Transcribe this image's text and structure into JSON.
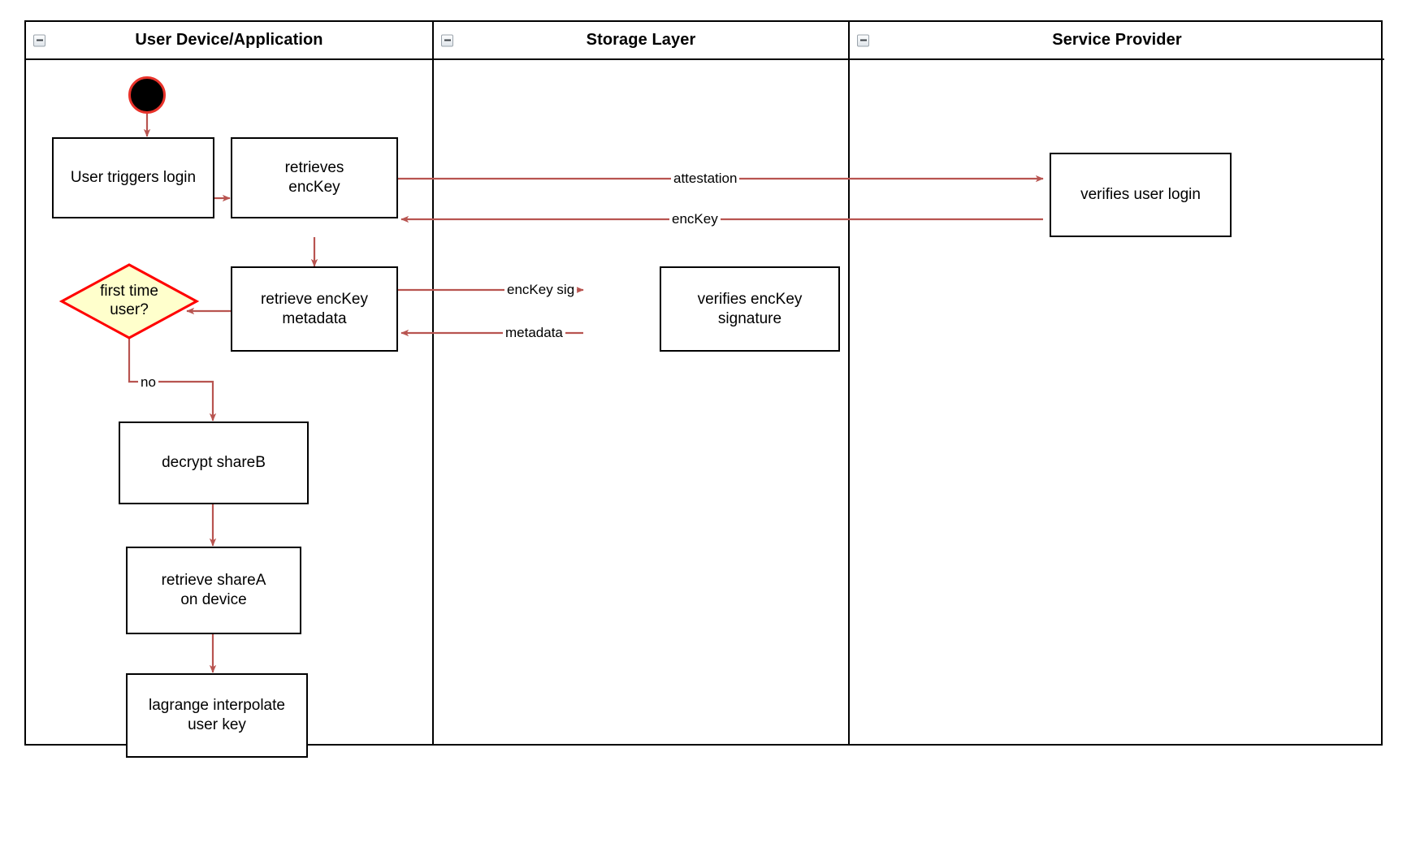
{
  "diagram": {
    "type": "swimlane-activity-diagram",
    "lanes": [
      {
        "id": "user-device",
        "title": "User Device/Application",
        "collapse_icon": "collapse-minus-icon"
      },
      {
        "id": "storage-layer",
        "title": "Storage Layer",
        "collapse_icon": "collapse-minus-icon"
      },
      {
        "id": "service-provider",
        "title": "Service Provider",
        "collapse_icon": "collapse-minus-icon"
      }
    ],
    "nodes": [
      {
        "id": "start",
        "lane": "user-device",
        "shape": "start-circle",
        "label": ""
      },
      {
        "id": "user-triggers-login",
        "lane": "user-device",
        "shape": "rect",
        "label": "User triggers login"
      },
      {
        "id": "retrieves-enckey",
        "lane": "user-device",
        "shape": "rect",
        "label": "retrieves\nencKey"
      },
      {
        "id": "retrieve-enckey-metadata",
        "lane": "user-device",
        "shape": "rect",
        "label": "retrieve encKey\nmetadata"
      },
      {
        "id": "first-time-user",
        "lane": "user-device",
        "shape": "diamond",
        "label": "first time\nuser?"
      },
      {
        "id": "decrypt-shareb",
        "lane": "user-device",
        "shape": "rect",
        "label": "decrypt shareB"
      },
      {
        "id": "retrieve-sharea-on-device",
        "lane": "user-device",
        "shape": "rect",
        "label": "retrieve shareA\non device"
      },
      {
        "id": "lagrange-interpolate-user-key",
        "lane": "user-device",
        "shape": "rect",
        "label": "lagrange interpolate\nuser key"
      },
      {
        "id": "verifies-enckey-signature",
        "lane": "storage-layer",
        "shape": "rect",
        "label": "verifies encKey\nsignature"
      },
      {
        "id": "verifies-user-login",
        "lane": "service-provider",
        "shape": "rect",
        "label": "verifies user login"
      }
    ],
    "edges": [
      {
        "id": "start-to-login",
        "from": "start",
        "to": "user-triggers-login",
        "label": ""
      },
      {
        "id": "login-to-retrieves",
        "from": "user-triggers-login",
        "to": "retrieves-enckey",
        "label": ""
      },
      {
        "id": "retrieves-to-provider",
        "from": "retrieves-enckey",
        "to": "verifies-user-login",
        "label": "attestation"
      },
      {
        "id": "provider-to-retrieves",
        "from": "verifies-user-login",
        "to": "retrieves-enckey",
        "label": "encKey"
      },
      {
        "id": "retrieves-to-metadata",
        "from": "retrieves-enckey",
        "to": "retrieve-enckey-metadata",
        "label": ""
      },
      {
        "id": "metadata-to-verifier",
        "from": "retrieve-enckey-metadata",
        "to": "verifies-enckey-signature",
        "label": "encKey sig"
      },
      {
        "id": "verifier-to-metadata",
        "from": "verifies-enckey-signature",
        "to": "retrieve-enckey-metadata",
        "label": "metadata"
      },
      {
        "id": "metadata-to-decision",
        "from": "retrieve-enckey-metadata",
        "to": "first-time-user",
        "label": ""
      },
      {
        "id": "decision-to-decrypt",
        "from": "first-time-user",
        "to": "decrypt-shareb",
        "label": "no"
      },
      {
        "id": "decrypt-to-retrieve-sharea",
        "from": "decrypt-shareb",
        "to": "retrieve-sharea-on-device",
        "label": ""
      },
      {
        "id": "retrieve-sharea-to-lagrange",
        "from": "retrieve-sharea-on-device",
        "to": "lagrange-interpolate-user-key",
        "label": ""
      }
    ],
    "colors": {
      "edge": "#b85450",
      "node_border": "#000000",
      "node_fill": "#ffffff",
      "decision_fill": "#ffffcc",
      "decision_border": "#ff0000",
      "start_fill": "#000000",
      "start_border": "#e8322a",
      "lane_border": "#000000",
      "text": "#000000",
      "background": "#ffffff"
    }
  }
}
